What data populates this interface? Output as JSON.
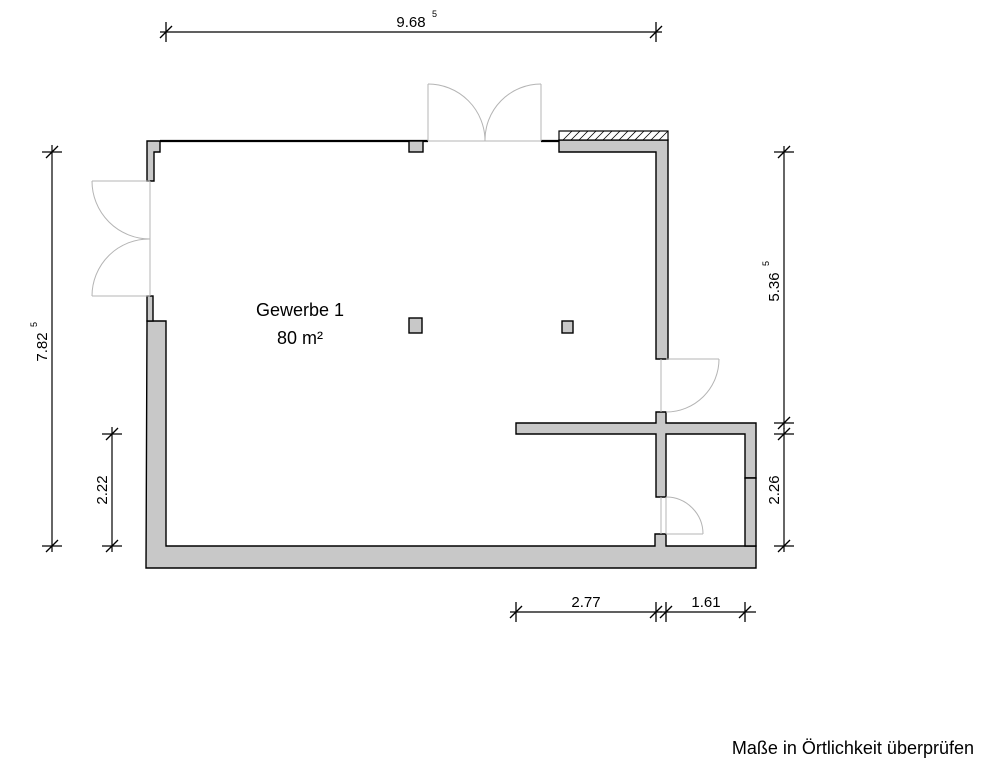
{
  "room": {
    "name": "Gewerbe 1",
    "area": "80 m²"
  },
  "dimensions": {
    "top_width": {
      "main": "9.68",
      "sup": "5"
    },
    "left_height": {
      "main": "7.82",
      "sup": "5"
    },
    "right_upper": {
      "main": "5.36",
      "sup": "5"
    },
    "right_lower": {
      "main": "2.26"
    },
    "left_lower": {
      "main": "2.22"
    },
    "bottom_left": {
      "main": "2.77"
    },
    "bottom_right": {
      "main": "1.61"
    }
  },
  "note": "Maße in Örtlichkeit überprüfen",
  "colors": {
    "wall_fill": "#c8c8c8",
    "line": "#000000",
    "door": "#b4b4b4"
  }
}
